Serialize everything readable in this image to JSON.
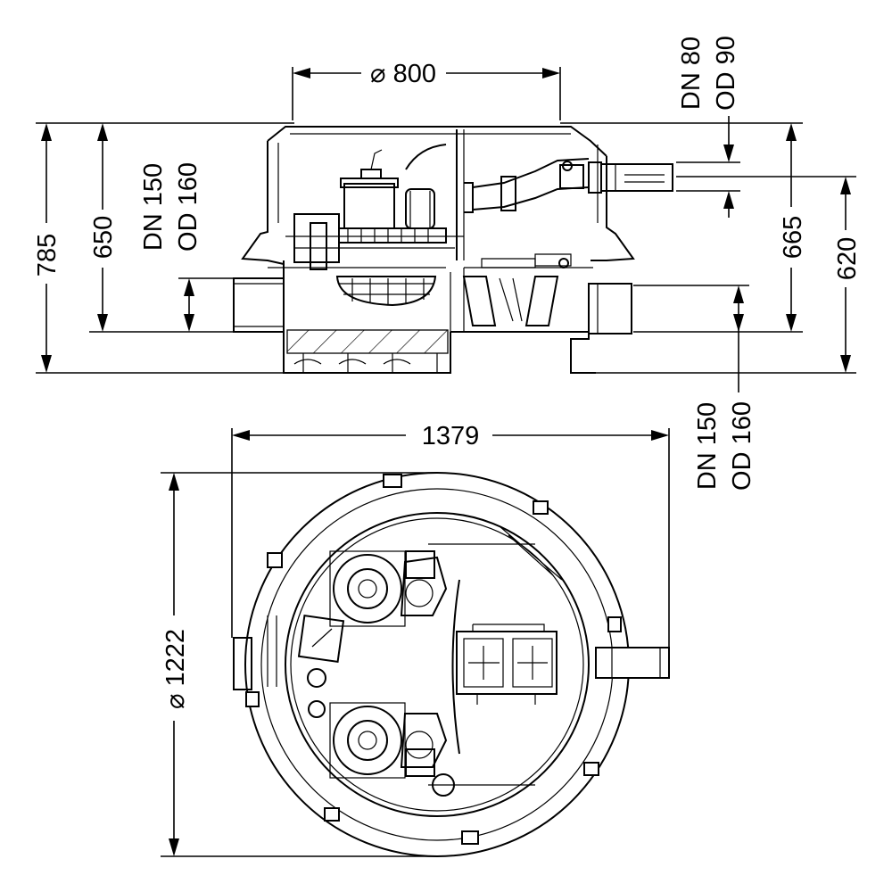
{
  "drawing": {
    "top_opening_diameter": "⌀ 800",
    "height_total": "785",
    "height_inlet": "650",
    "height_cover_to_outlet": "665",
    "height_outlet": "620",
    "inlet_left_dn": "DN 150",
    "inlet_left_od": "OD 160",
    "outlet_top_dn": "DN 80",
    "outlet_top_od": "OD 90",
    "outlet_right_dn": "DN 150",
    "outlet_right_od": "OD 160",
    "width_overall": "1379",
    "diameter_overall": "⌀ 1222"
  }
}
